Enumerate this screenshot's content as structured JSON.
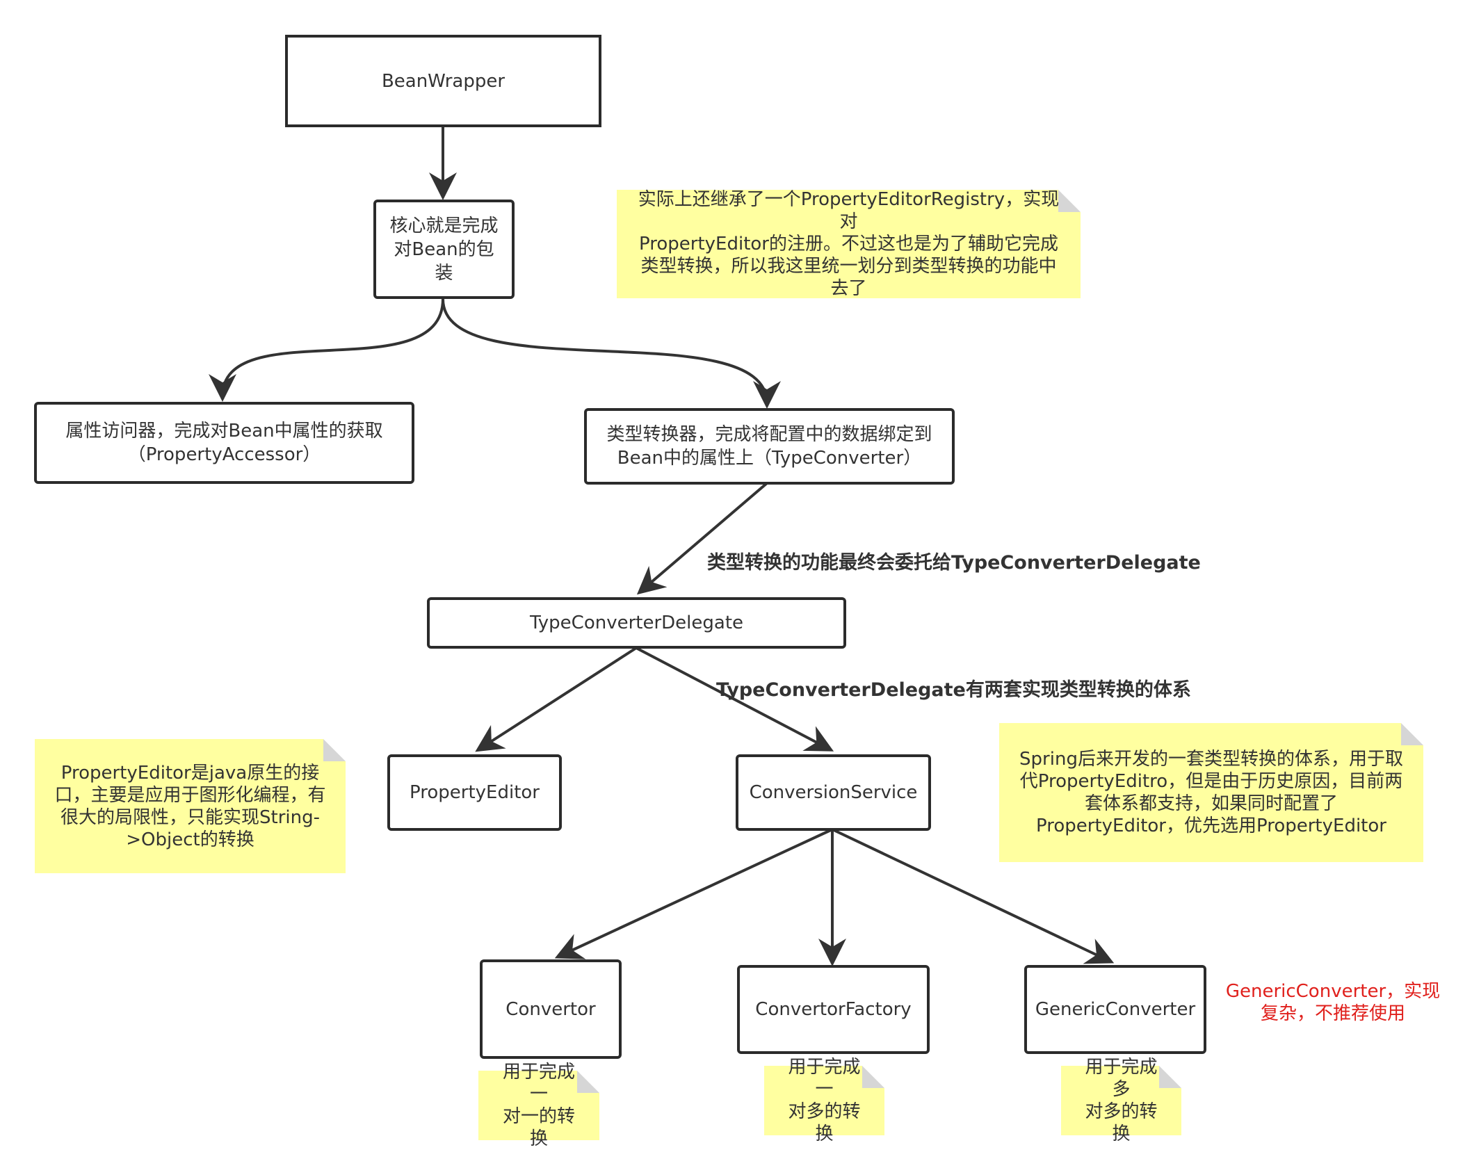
{
  "nodes": {
    "bean_wrapper": "BeanWrapper",
    "core_wrap": "核心就是完成\n对Bean的包\n装",
    "property_accessor": "属性访问器，完成对Bean中属性的获取\n（PropertyAccessor）",
    "type_converter": "类型转换器，完成将配置中的数据绑定到\nBean中的属性上（TypeConverter）",
    "type_converter_delegate": "TypeConverterDelegate",
    "property_editor": "PropertyEditor",
    "conversion_service": "ConversionService",
    "convertor": "Convertor",
    "convertor_factory": "ConvertorFactory",
    "generic_converter": "GenericConverter"
  },
  "edge_labels": {
    "delegate": "类型转换的功能最终会委托给TypeConverterDelegate",
    "two_systems": "TypeConverterDelegate有两套实现类型转换的体系"
  },
  "notes": {
    "registry": "实际上还继承了一个PropertyEditorRegistry，实现对\nPropertyEditor的注册。不过这也是为了辅助它完成\n类型转换，所以我这里统一划分到类型转换的功能中\n去了",
    "property_editor": "PropertyEditor是java原生的接\n口，主要是应用于图形化编程，有\n很大的局限性，只能实现String-\n>Object的转换",
    "conversion_service": "Spring后来开发的一套类型转换的体系，用于取\n代PropertyEditro，但是由于历史原因，目前两\n套体系都支持，如果同时配置了\nPropertyEditor，优先选用PropertyEditor",
    "one_to_one": "用于完成一\n对一的转换",
    "one_to_many": "用于完成一\n对多的转换",
    "many_to_many": "用于完成多\n对多的转换"
  },
  "remarks": {
    "generic_converter": "GenericConverter，实现\n复杂，不推荐使用"
  },
  "colors": {
    "note_fill": "#ffffa0",
    "border": "#2b2b2b",
    "warning_text": "#e0201c"
  }
}
